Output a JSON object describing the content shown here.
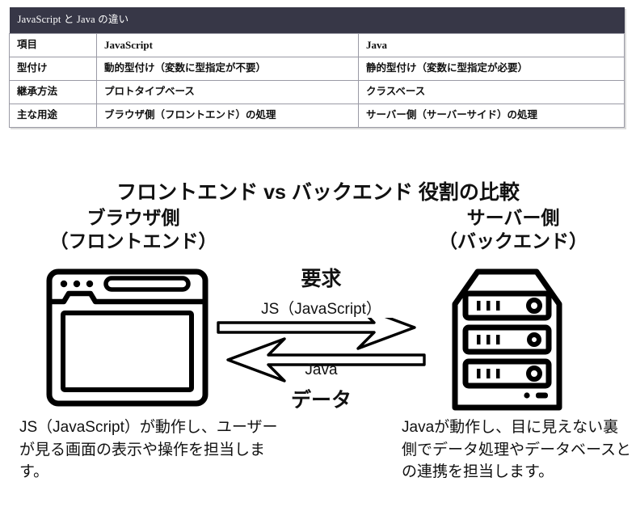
{
  "table": {
    "title": "JavaScript と Java の違い",
    "header_bg": "#373747",
    "border_color": "#9a9aa5",
    "columns": [
      "項目",
      "JavaScript",
      "Java"
    ],
    "rows": [
      {
        "label": "型付け",
        "javascript": "動的型付け（変数に型指定が不要）",
        "java": "静的型付け（変数に型指定が必要）"
      },
      {
        "label": "継承方法",
        "javascript": "プロトタイプベース",
        "java": "クラスベース"
      },
      {
        "label": "主な用途",
        "javascript": "ブラウザ側（フロントエンド）の処理",
        "java": "サーバー側（サーバーサイド）の処理"
      }
    ]
  },
  "diagram": {
    "title": "フロントエンド vs バックエンド 役割の比較",
    "left": {
      "heading_line1": "ブラウザ側",
      "heading_line2": "（フロントエンド）",
      "icon": "browser-window-icon",
      "caption": "JS（JavaScript）が動作し、ユーザーが見る画面の表示や操作を担当します。"
    },
    "right": {
      "heading_line1": "サーバー側",
      "heading_line2": "（バックエンド）",
      "icon": "server-rack-icon",
      "caption": "Javaが動作し、目に見えない裏側でデータ処理やデータベースとの連携を担当します。"
    },
    "arrows": {
      "request_label": "要求",
      "request_sublabel": "JS（JavaScript）",
      "response_sublabel": "Java",
      "response_label": "データ",
      "stroke_color": "#000000"
    }
  }
}
